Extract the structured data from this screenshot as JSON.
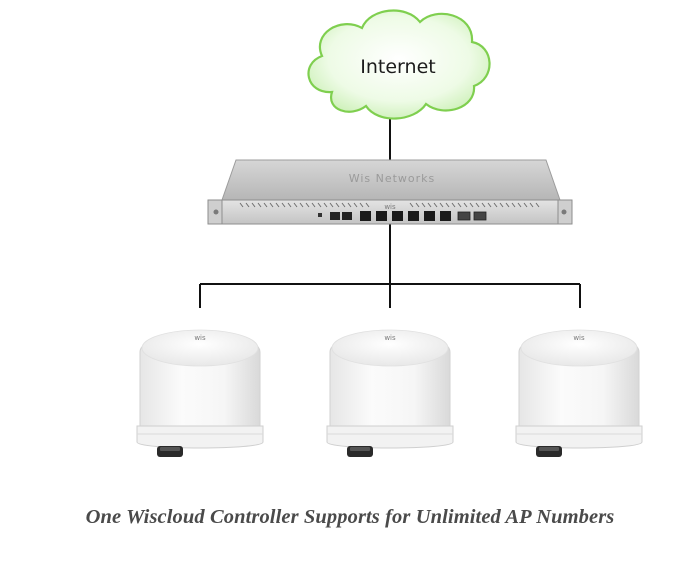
{
  "diagram": {
    "cloud_label": "Internet",
    "controller_brand": "Wis Networks",
    "controller_logo": "wis",
    "ap_logo": "wis",
    "access_points": [
      {
        "logo": "wis"
      },
      {
        "logo": "wis"
      },
      {
        "logo": "wis"
      }
    ]
  },
  "caption": "One Wiscloud Controller Supports for Unlimited AP Numbers",
  "colors": {
    "cloud_fill": "#d9f5c9",
    "cloud_stroke": "#7fcf4f",
    "line": "#111111",
    "caption": "#4a4a4a"
  }
}
